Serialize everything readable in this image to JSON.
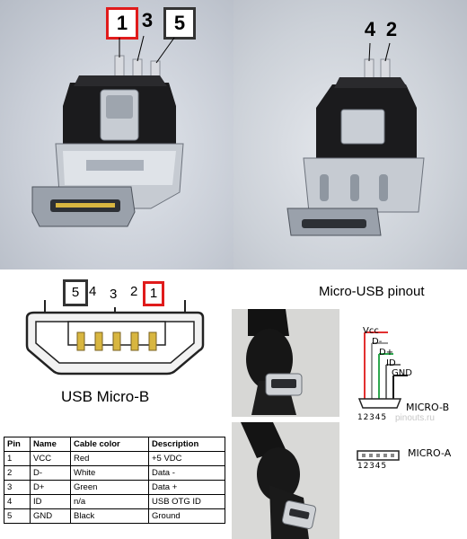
{
  "photo_left": {
    "pins": [
      {
        "n": "1",
        "style": "red"
      },
      {
        "n": "3",
        "style": "plain"
      },
      {
        "n": "5",
        "style": "dark"
      }
    ]
  },
  "photo_right": {
    "pins": [
      {
        "n": "4",
        "style": "plain"
      },
      {
        "n": "2",
        "style": "plain"
      }
    ]
  },
  "diagram": {
    "title": "Micro-USB pinout",
    "connector_label": "USB Micro-B",
    "pin_numbers": [
      "5",
      "4",
      "3",
      "2",
      "1"
    ],
    "wiring_labels": [
      "Vcc",
      "D-",
      "D+",
      "ID",
      "GND"
    ],
    "micro_b_label": "MICRO-B",
    "micro_a_label": "MICRO-A",
    "micro_b_pins": "1 2 3 4 5",
    "micro_a_pins": "1 2 3 4 5",
    "watermark": "pinouts.ru"
  },
  "table": {
    "headers": [
      "Pin",
      "Name",
      "Cable color",
      "Description"
    ],
    "rows": [
      [
        "1",
        "VCC",
        "Red",
        "+5 VDC"
      ],
      [
        "2",
        "D-",
        "White",
        "Data -"
      ],
      [
        "3",
        "D+",
        "Green",
        "Data +"
      ],
      [
        "4",
        "ID",
        "n/a",
        "USB OTG ID"
      ],
      [
        "5",
        "GND",
        "Black",
        "Ground"
      ]
    ]
  },
  "colors": {
    "highlight_red": "#e01b1b",
    "highlight_dark": "#333333",
    "pin_gold": "#d8b640",
    "wire_red": "#e23030",
    "wire_green": "#2fa84f"
  }
}
